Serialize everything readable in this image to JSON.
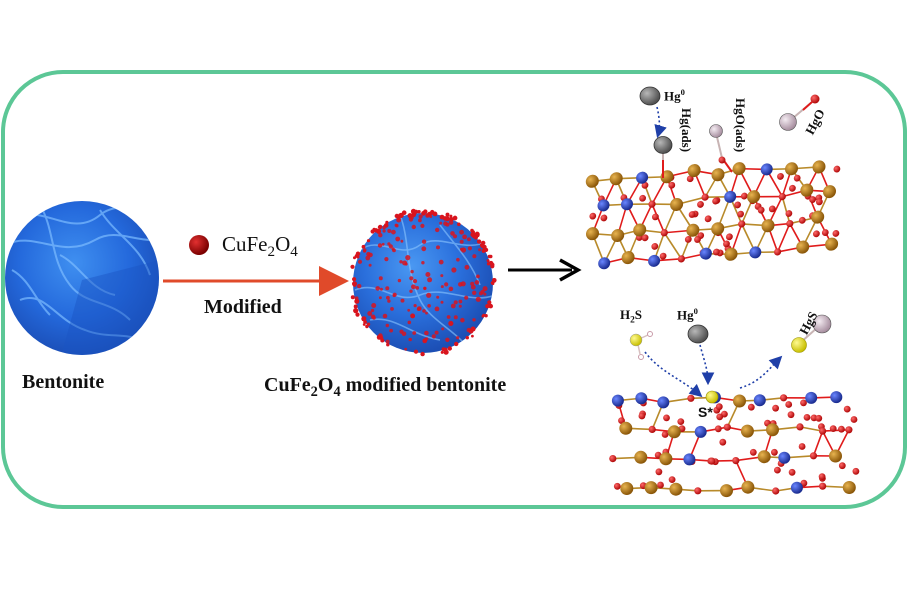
{
  "labels": {
    "bentonite": "Bentonite",
    "legend_prefix": "CuFe",
    "legend_sub1": "2",
    "legend_mid": "O",
    "legend_sub2": "4",
    "modified": "Modified",
    "product_prefix": "CuFe",
    "product_sub1": "2",
    "product_mid": "O",
    "product_sub2": "4",
    "product_suffix": " modified bentonite",
    "hg0_top_base": "Hg",
    "hg0_top_sup": "0",
    "hg_ads": "Hg(ads)",
    "hgo_ads": "HgO(ads)",
    "hgo": "HgO",
    "h2s_base": "H",
    "h2s_sub": "2",
    "h2s_tail": "S",
    "hg0_bottom_base": "Hg",
    "hg0_bottom_sup": "0",
    "hgs": "HgS",
    "s_star": "S*"
  },
  "colors": {
    "frame_border": "#5cc796",
    "arrow_modify": "#e04a2a",
    "arrow_main": "#000000",
    "particle": "#c0101a",
    "bentonite_blue": "#1f5fd8",
    "atom_fe": "#b57a18",
    "atom_cu": "#2f4bc0",
    "atom_o": "#e01b1b",
    "atom_s": "#e8e020",
    "atom_hg": "#8a8a8a",
    "atom_hg_light": "#d8c2d0",
    "dotted_path": "#1f3fa8"
  }
}
